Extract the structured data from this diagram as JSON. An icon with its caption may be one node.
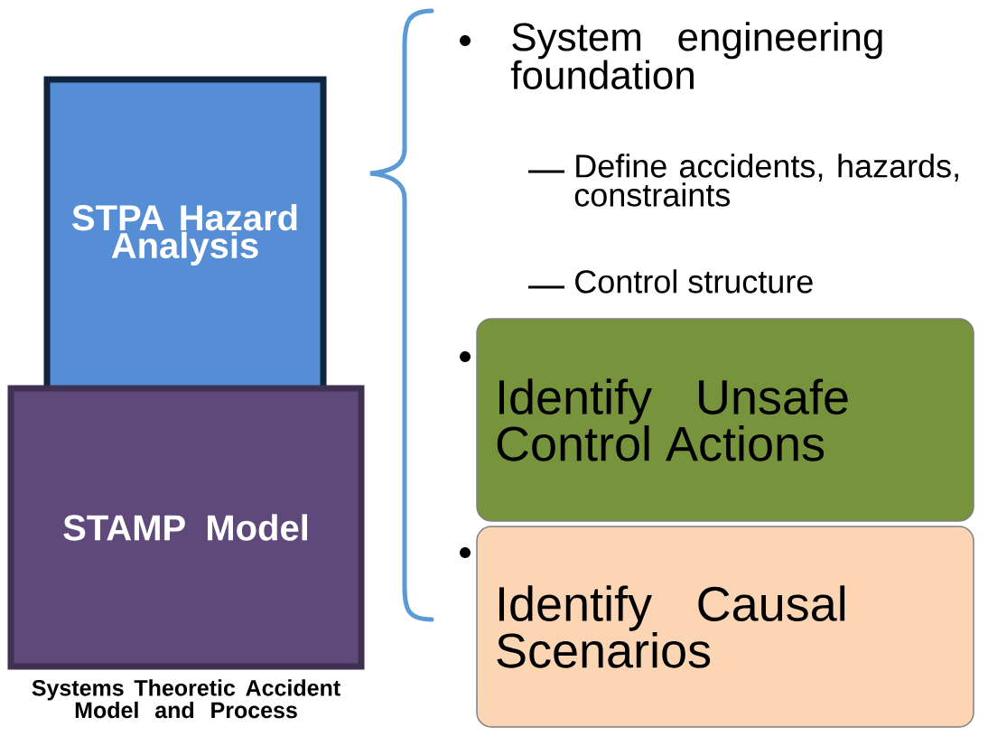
{
  "diagram": {
    "nodes": [
      {
        "text": [
          "STPA Hazard Analysis"
        ]
      },
      {
        "text": [
          "STAMP Model"
        ],
        "beside": [
          "Systems Theoretic Accident Model and Process"
        ]
      },
      {
        "text": [
          "Identify Unsafe Control Actions"
        ]
      },
      {
        "text": [
          "Identify Causal Scenarios"
        ]
      }
    ],
    "labels": [
      "System engineering foundation",
      "Define accidents, hazards, constraints",
      "Control structure"
    ]
  }
}
